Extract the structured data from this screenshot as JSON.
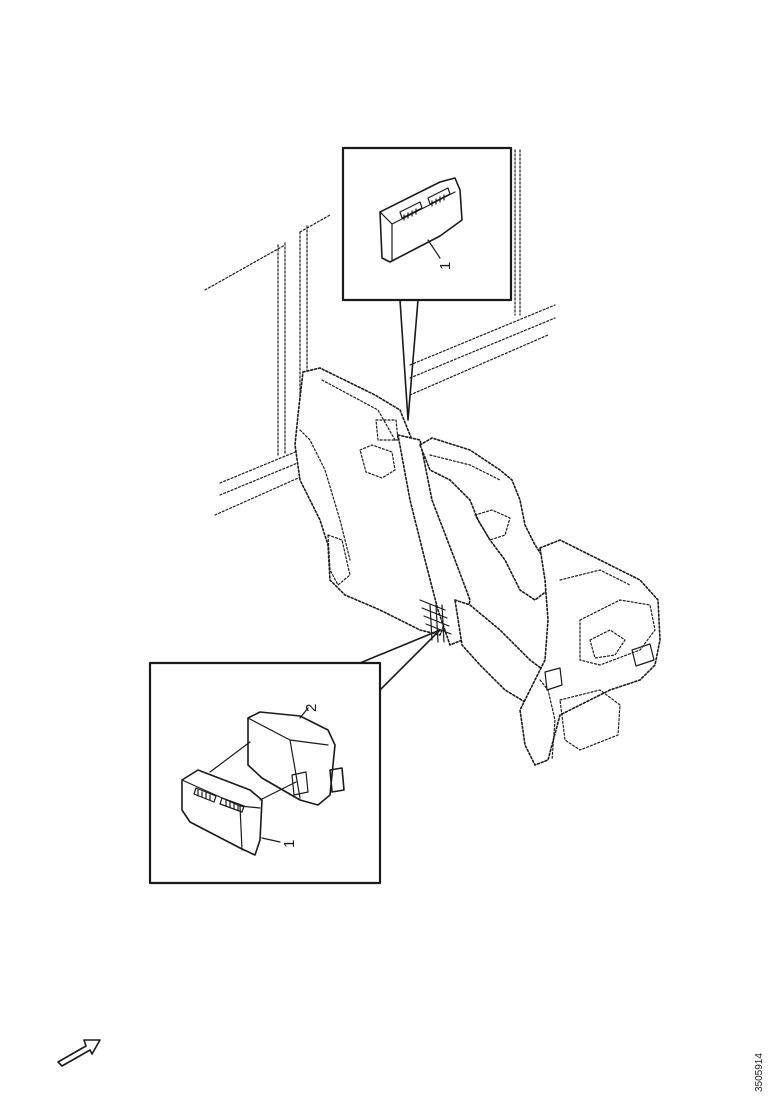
{
  "callouts": {
    "top_inset_part": "1",
    "bottom_inset_part_a": "2",
    "bottom_inset_part_b": "1"
  },
  "figure_code": "3505914",
  "icons": {
    "direction_arrow": "forward-arrow-icon"
  }
}
